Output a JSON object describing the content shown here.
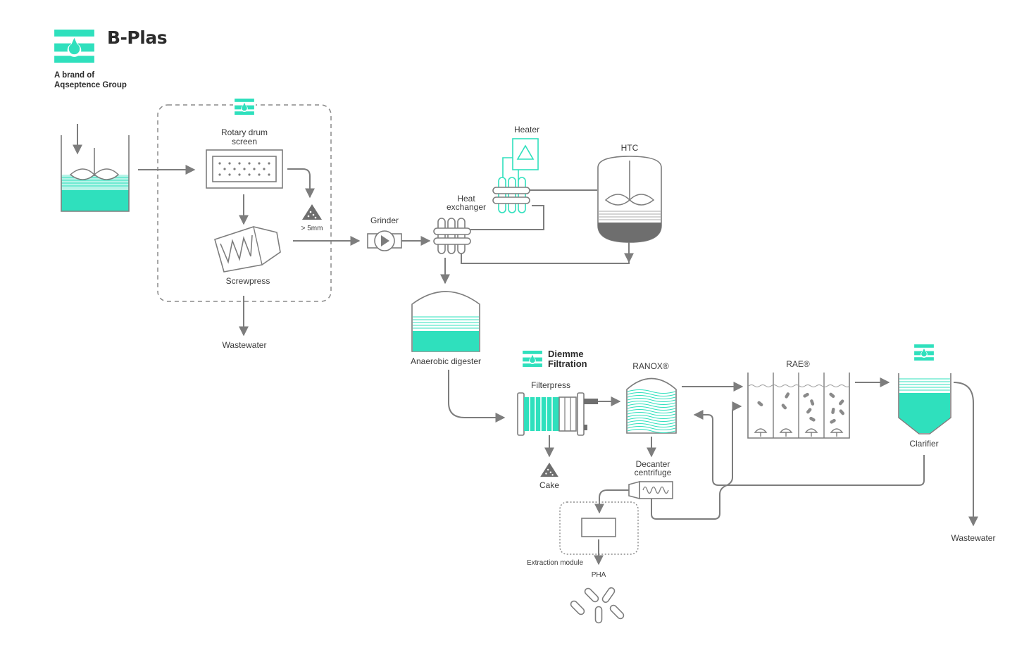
{
  "brand": {
    "name": "B-Plas",
    "line1": "A brand of",
    "line2": "Aqseptence Group"
  },
  "labels": {
    "rotary_drum_1": "Rotary drum",
    "rotary_drum_2": "screen",
    "screwpress": "Screwpress",
    "size_threshold": "> 5mm",
    "wastewater_1": "Wastewater",
    "grinder": "Grinder",
    "heat_exchanger_1": "Heat",
    "heat_exchanger_2": "exchanger",
    "heater": "Heater",
    "htc": "HTC",
    "anaerobic_digester": "Anaerobic digester",
    "diemme_1": "Diemme",
    "diemme_2": "Filtration",
    "filterpress": "Filterpress",
    "ranox": "RANOX®",
    "rae": "RAE®",
    "clarifier": "Clarifier",
    "cake": "Cake",
    "decanter_1": "Decanter",
    "decanter_2": "centrifuge",
    "extraction_module": "Extraction module",
    "pha": "PHA",
    "wastewater_2": "Wastewater"
  },
  "colors": {
    "accent": "#2fe0bd",
    "line": "#7d7d7d",
    "text": "#3a3a3a"
  },
  "icons": [
    "bplas-logo-icon",
    "solids-pile-icon",
    "mixer-impeller-icon",
    "pump-icon",
    "pha-granule-icon"
  ]
}
